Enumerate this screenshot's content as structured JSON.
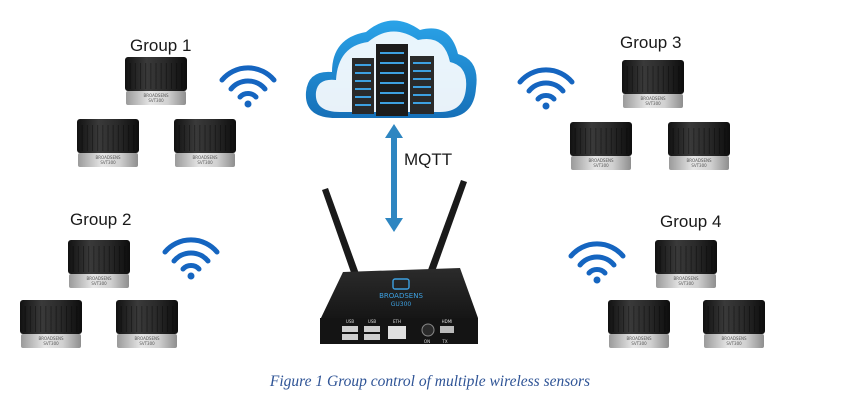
{
  "diagram": {
    "groups": [
      {
        "label": "Group 1",
        "sensor_count": 3
      },
      {
        "label": "Group 2",
        "sensor_count": 3
      },
      {
        "label": "Group 3",
        "sensor_count": 3
      },
      {
        "label": "Group 4",
        "sensor_count": 3
      }
    ],
    "protocol_label": "MQTT",
    "gateway": {
      "brand": "BROADSENS",
      "model": "GU300",
      "port_labels": [
        "USB",
        "USB",
        "ETH",
        "HDMI"
      ],
      "status_labels": [
        "ON",
        "TX"
      ]
    },
    "sensor_label": {
      "brand": "BROADSENS",
      "model": "SVT300"
    },
    "caption": "Figure 1 Group control of multiple wireless sensors",
    "colors": {
      "cloud": "#1e8fd6",
      "wifi": "#1565c0",
      "arrow": "#2e86c1",
      "caption": "#2f5496",
      "gateway_body": "#1f1f1f",
      "sensor_body": "#1a1a1a",
      "sensor_base": "#c8c8c8"
    },
    "icons": [
      "cloud-server-icon",
      "wifi-icon",
      "double-arrow-icon",
      "router-icon",
      "sensor-icon"
    ]
  }
}
